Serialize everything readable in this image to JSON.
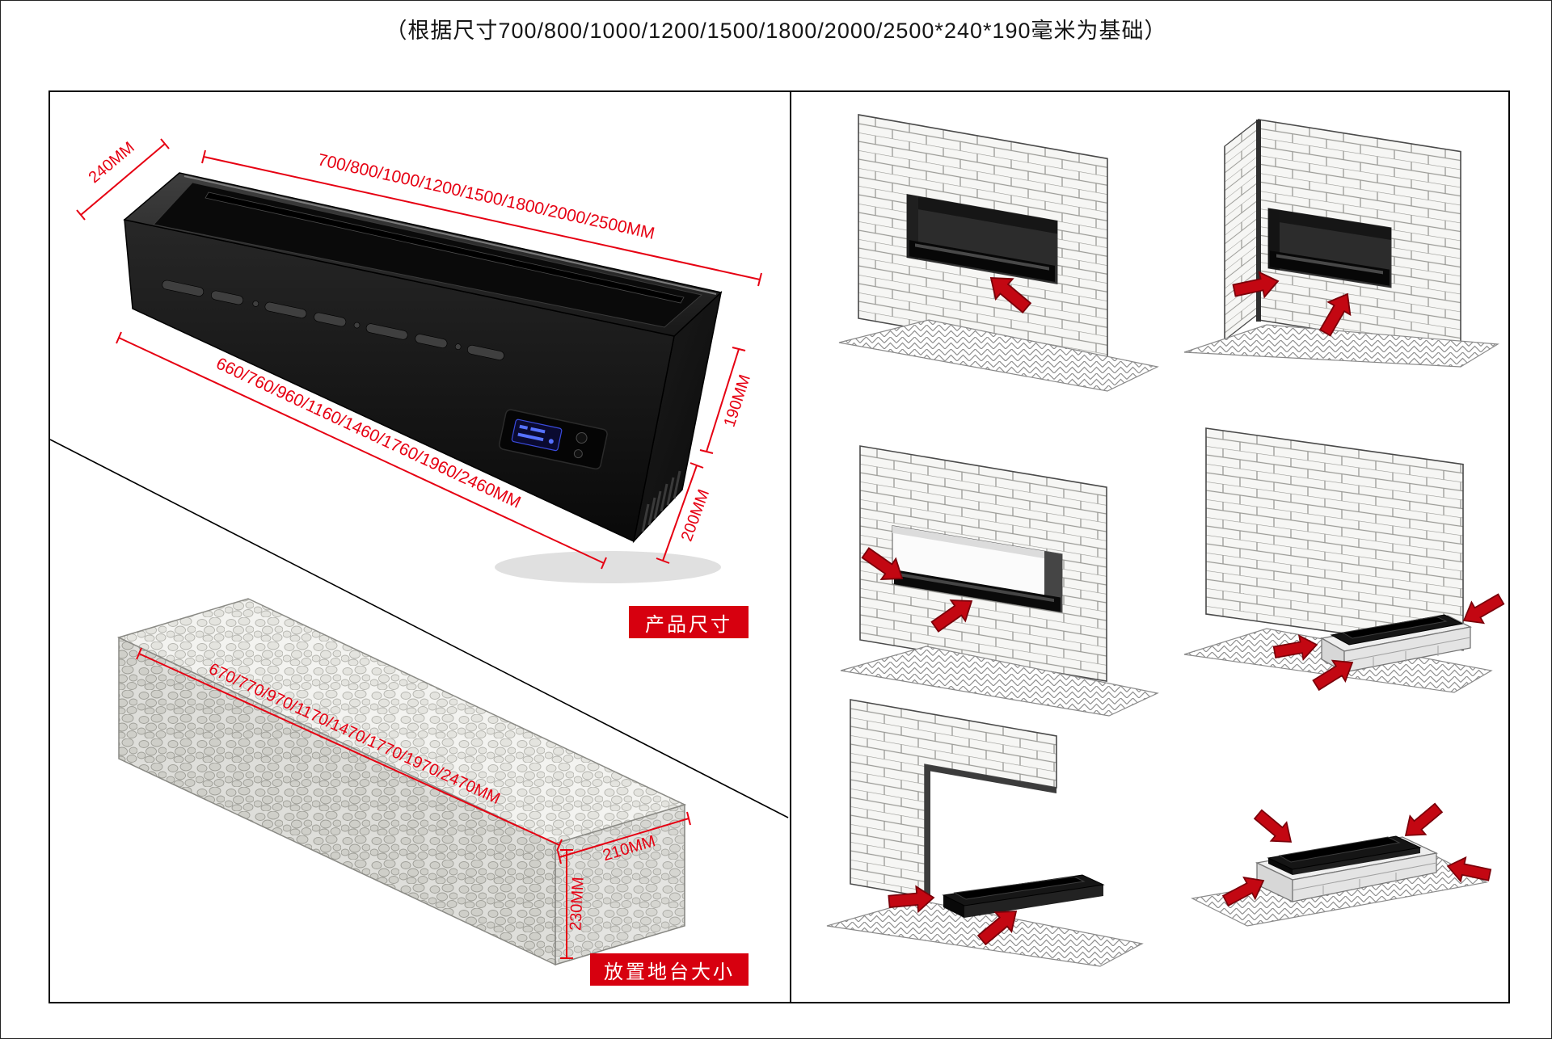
{
  "page": {
    "title": "（根据尺寸700/800/1000/1200/1500/1800/2000/2500*240*190毫米为基础）"
  },
  "product_view": {
    "badge": "产品尺寸",
    "dimensions": {
      "width": "240MM",
      "top_length": "700/800/1000/1200/1500/1800/2000/2500MM",
      "front_length": "660/760/960/1160/1460/1760/1960/2460MM",
      "height": "190MM",
      "body_depth": "200MM"
    }
  },
  "platform_view": {
    "badge": "放置地台大小",
    "dimensions": {
      "length": "670/770/970/1170/1470/1770/1970/2470MM",
      "width": "210MM",
      "height": "230MM"
    }
  },
  "colors": {
    "dimension_red": "#e60012",
    "badge_background": "#d7000f",
    "badge_text": "#ffffff"
  },
  "installation_panel": {
    "scenes": [
      {
        "name": "recessed-in-flat-wall"
      },
      {
        "name": "recessed-in-corner-wall"
      },
      {
        "name": "through-wall-opening"
      },
      {
        "name": "on-base-against-wall"
      },
      {
        "name": "under-wall-bridge"
      },
      {
        "name": "freestanding-on-floor-base"
      }
    ]
  }
}
